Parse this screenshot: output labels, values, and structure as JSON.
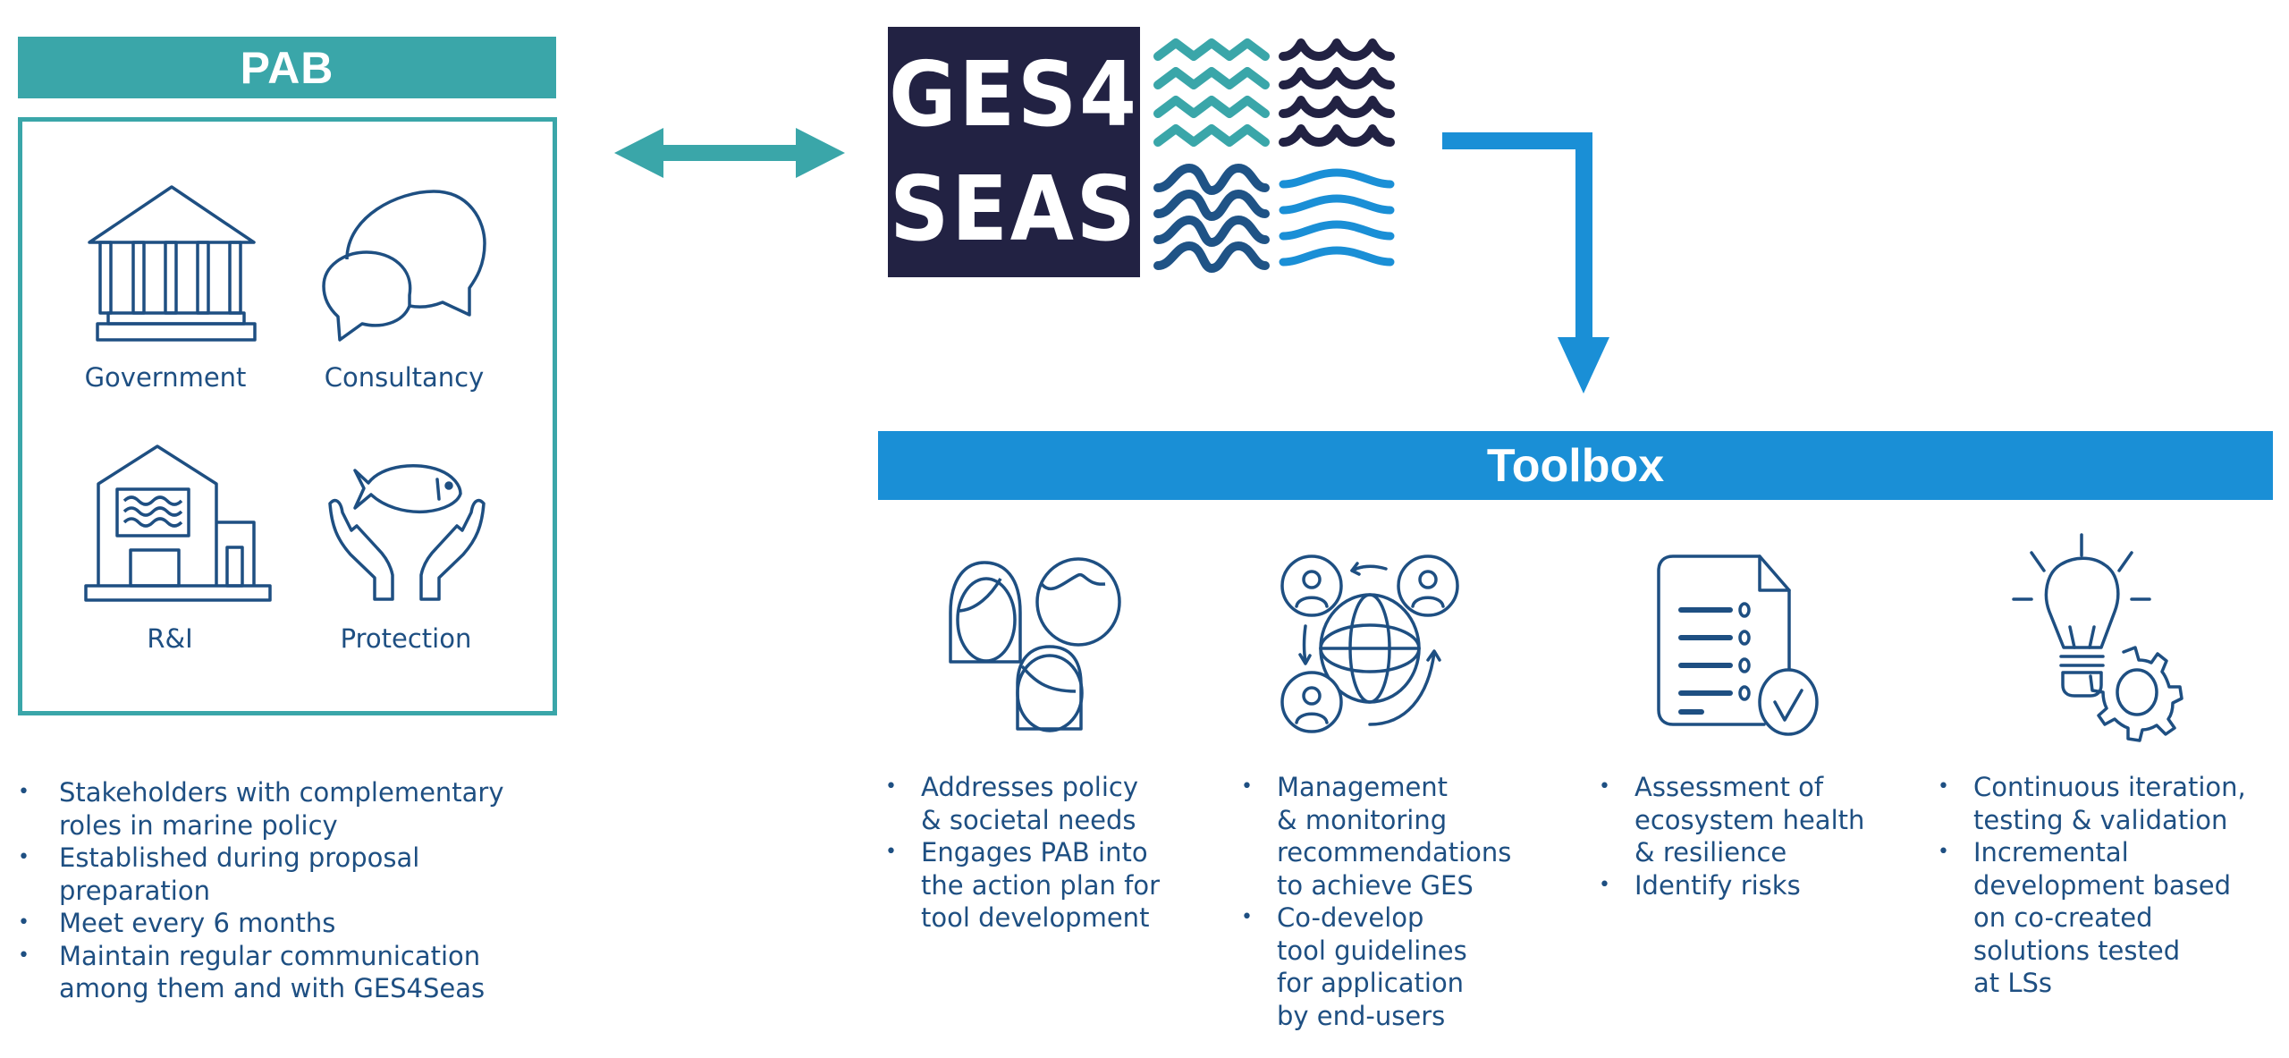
{
  "colors": {
    "teal": "#3aa6a9",
    "navy": "#222243",
    "text_blue": "#1e4f82",
    "toolbox_blue": "#1a8fd6",
    "wave_teal": "#3aa6a9",
    "wave_navy": "#222243",
    "wave_darkblue": "#1f5386",
    "wave_lightblue": "#1a8fd6"
  },
  "pab": {
    "title": "PAB",
    "stakeholders": [
      {
        "label": "Government",
        "icon": "government-building-icon"
      },
      {
        "label": "Consultancy",
        "icon": "speech-bubbles-icon"
      },
      {
        "label": "R&I",
        "icon": "research-building-icon"
      },
      {
        "label": "Protection",
        "icon": "hands-fish-icon"
      }
    ],
    "bullets": [
      [
        "Stakeholders with complementary",
        "roles in marine policy"
      ],
      [
        "Established during proposal",
        "preparation"
      ],
      [
        "Meet every 6 months"
      ],
      [
        "Maintain regular communication",
        "among them and with GES4Seas"
      ]
    ]
  },
  "connector": {
    "type": "bidirectional-arrow",
    "icon": "double-arrow-icon"
  },
  "logo": {
    "line1": "GES4",
    "line2": "SEAS",
    "icon": "waves-icon"
  },
  "flow_arrow": {
    "icon": "elbow-down-arrow-icon"
  },
  "toolbox": {
    "title": "Toolbox",
    "columns": [
      {
        "icon": "people-faces-icon",
        "bullets": [
          [
            "Addresses policy",
            "& societal needs"
          ],
          [
            "Engages PAB into",
            "the action plan for",
            "tool development"
          ]
        ]
      },
      {
        "icon": "globe-people-icon",
        "bullets": [
          [
            "Management",
            "& monitoring",
            "recommendations",
            "to achieve GES"
          ],
          [
            "Co-develop",
            "tool guidelines",
            "for application",
            "by end-users"
          ]
        ]
      },
      {
        "icon": "checklist-document-icon",
        "bullets": [
          [
            "Assessment of",
            "ecosystem health",
            "& resilience"
          ],
          [
            "Identify risks"
          ]
        ]
      },
      {
        "icon": "lightbulb-gear-icon",
        "bullets": [
          [
            "Continuous iteration,",
            "testing & validation"
          ],
          [
            "Incremental",
            "development based",
            "on co-created",
            "solutions tested",
            "at LSs"
          ]
        ]
      }
    ]
  },
  "bullet_char": "•"
}
